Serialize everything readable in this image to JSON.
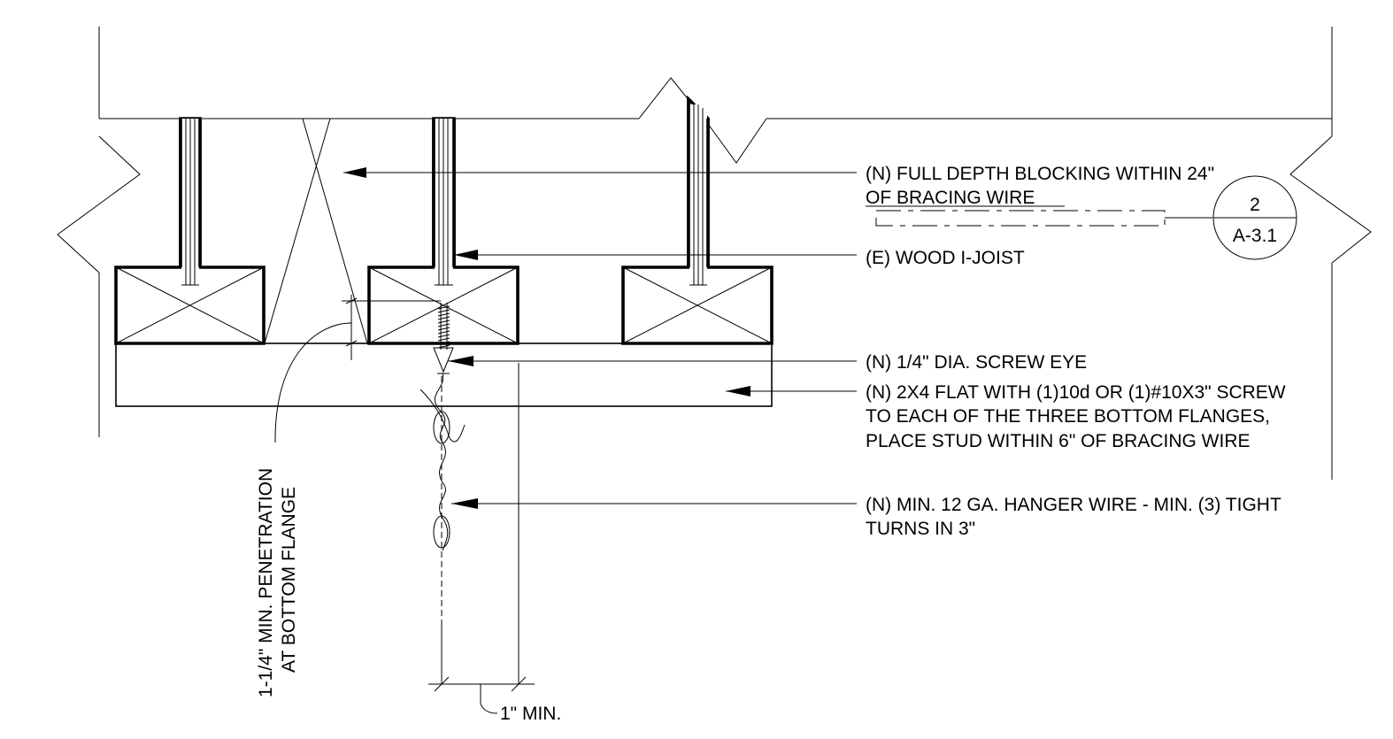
{
  "labels": {
    "blocking_line1": "(N) FULL DEPTH BLOCKING WITHIN 24\"",
    "blocking_line2": "OF BRACING WIRE",
    "joist": "(E) WOOD I-JOIST",
    "screw_eye": "(N) 1/4\" DIA. SCREW EYE",
    "flat_line1": "(N) 2X4 FLAT WITH (1)10d OR (1)#10X3\" SCREW",
    "flat_line2": "TO EACH OF THE THREE BOTTOM FLANGES,",
    "flat_line3": "PLACE STUD WITHIN 6\" OF BRACING WIRE",
    "wire_line1": "(N) MIN. 12 GA. HANGER WIRE - MIN. (3) TIGHT",
    "wire_line2": "TURNS IN 3\"",
    "penetration_line1": "1-1/4\" MIN. PENETRATION",
    "penetration_line2": "AT BOTTOM FLANGE",
    "dimension": "1\" MIN."
  },
  "section_marker": {
    "number": "2",
    "sheet": "A-3.1"
  }
}
